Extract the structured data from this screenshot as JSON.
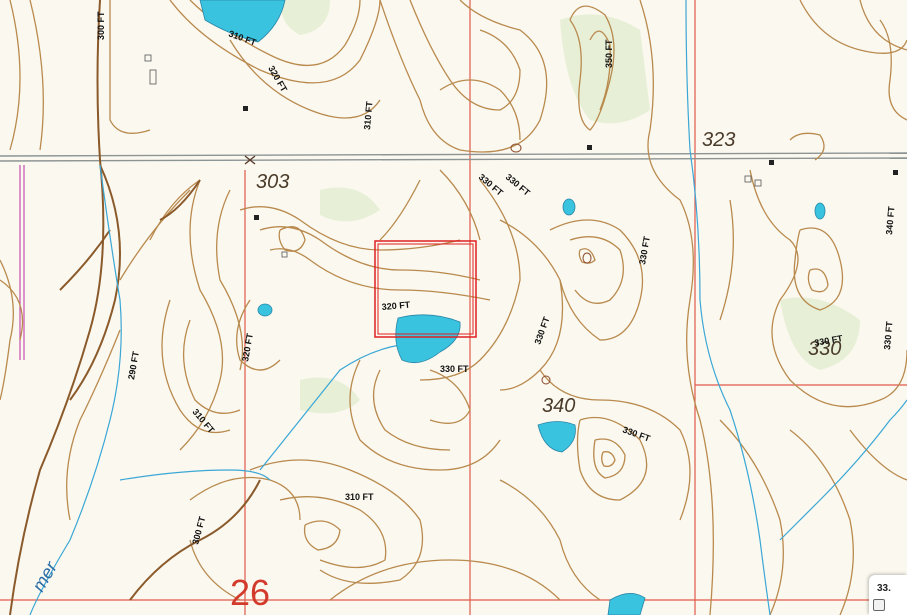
{
  "map": {
    "spot_elevations": [
      "303",
      "323",
      "340",
      "330"
    ],
    "section_number": "26",
    "creek_label": "mer",
    "contour_labels": [
      "310 FT",
      "320 FT",
      "310 FT",
      "350 FT",
      "330 FT",
      "330 FT",
      "330 FT",
      "330 FT",
      "320 FT",
      "330 FT",
      "320 FT",
      "300 FT",
      "290 FT",
      "310 FT",
      "330 FT",
      "340 FT",
      "330 FT",
      "330 FT",
      "310 FT",
      "300 FT"
    ],
    "selection_box": {
      "color": "#e02020"
    },
    "colors": {
      "contour": "#b98a4e",
      "water": "#39c3df",
      "section_line": "#e05a4a",
      "road": "#9aa0a0",
      "vegetation": "#dce9c6"
    }
  },
  "scale_badge": {
    "text": "33."
  }
}
